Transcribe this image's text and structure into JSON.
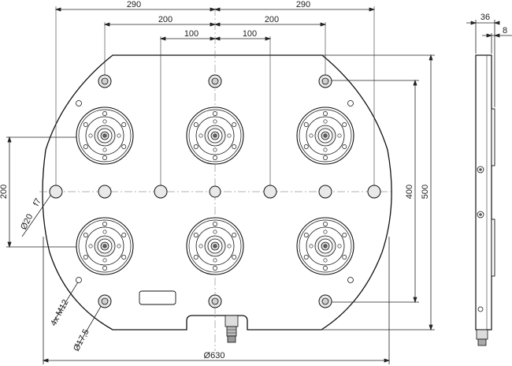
{
  "dimensions": {
    "top_left": "290",
    "top_right": "290",
    "mid_left": "200",
    "mid_right": "200",
    "inner_left": "100",
    "inner_right": "100",
    "side_left": "200",
    "right_400": "400",
    "right_500": "500",
    "bottom_diameter": "Ø630",
    "pin_diameter": "Ø20",
    "pin_tolerance": "f7",
    "thread": "4x M12",
    "hole_diameter": "Ø17,5",
    "side_view_width": "36",
    "side_view_thickness": "8"
  }
}
